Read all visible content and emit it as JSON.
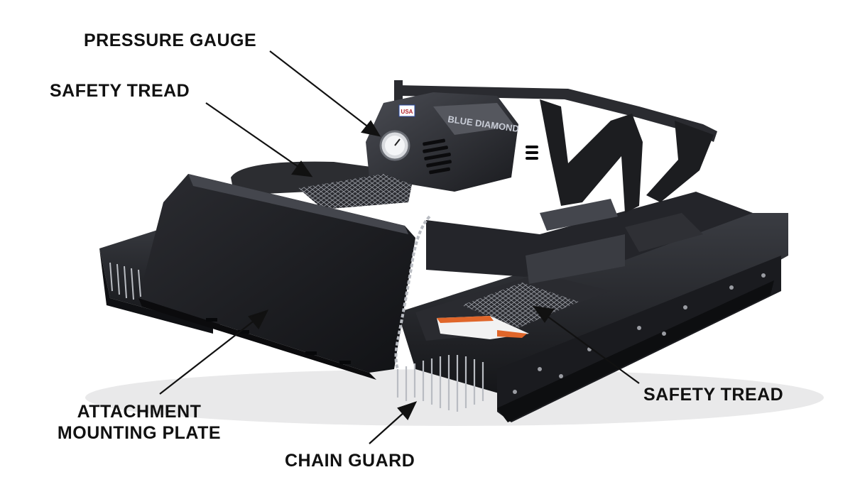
{
  "labels": {
    "pressure_gauge": "PRESSURE GAUGE",
    "safety_tread_top": "SAFETY TREAD",
    "safety_tread_right": "SAFETY TREAD",
    "attachment_line1": "ATTACHMENT",
    "attachment_line2": "MOUNTING PLATE",
    "chain_guard": "CHAIN GUARD"
  },
  "decals": {
    "brand": "BLUE DIAMOND",
    "flag": "USA"
  },
  "colors": {
    "body": "#1c1d20",
    "body_highlight": "#3a3c42",
    "chain": "#b9bcc2",
    "label": "#111111",
    "decal_orange": "#e0662a",
    "decal_white": "#f2f2f2"
  }
}
